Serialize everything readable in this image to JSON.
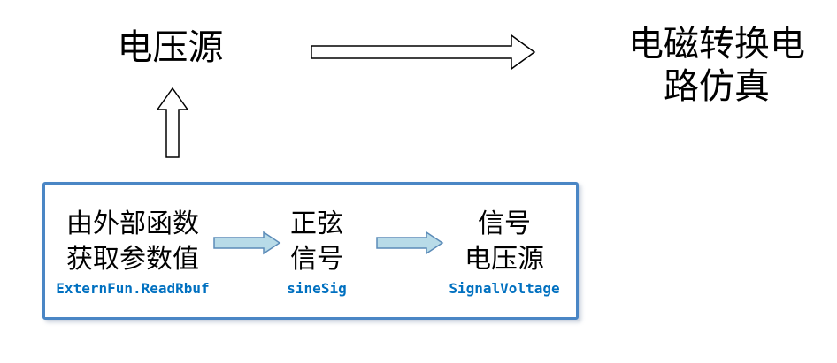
{
  "top": {
    "source_title": "电压源",
    "simulation_title": [
      "电磁转换电",
      "路仿真"
    ]
  },
  "module": {
    "steps": [
      {
        "label": [
          "由外部函数",
          "获取参数值"
        ],
        "code": "ExternFun.ReadRbuf"
      },
      {
        "label": [
          "正弦",
          "信号"
        ],
        "code": "sineSig"
      },
      {
        "label": [
          "信号",
          "电压源"
        ],
        "code": "SignalVoltage"
      }
    ]
  },
  "colors": {
    "module_border": "#4a86c5",
    "code_text": "#0070c0",
    "flow_arrow_fill": "#b8dbe8",
    "flow_arrow_stroke": "#5b8bb8",
    "outline_arrow_stroke": "#000000"
  }
}
